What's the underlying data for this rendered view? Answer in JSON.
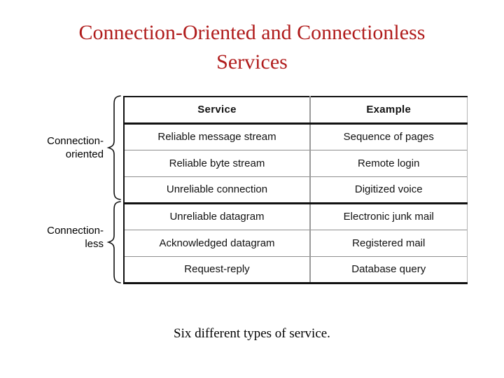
{
  "slide": {
    "title_line1": "Connection-Oriented and Connectionless",
    "title_line2": "Services",
    "title_color": "#B01C1C",
    "caption": "Six different types of service.",
    "background_color": "#FFFFFF"
  },
  "groups": [
    {
      "label_line1": "Connection-",
      "label_line2": "oriented",
      "icon": "curly-brace-icon",
      "row_span": 3
    },
    {
      "label_line1": "Connection-",
      "label_line2": "less",
      "icon": "curly-brace-icon",
      "row_span": 3
    }
  ],
  "table": {
    "columns": [
      "Service",
      "Example"
    ],
    "rows": [
      {
        "service": "Reliable message stream",
        "example": "Sequence of pages",
        "group": "Connection-oriented"
      },
      {
        "service": "Reliable byte stream",
        "example": "Remote login",
        "group": "Connection-oriented"
      },
      {
        "service": "Unreliable connection",
        "example": "Digitized voice",
        "group": "Connection-oriented"
      },
      {
        "service": "Unreliable datagram",
        "example": "Electronic junk mail",
        "group": "Connectionless"
      },
      {
        "service": "Acknowledged datagram",
        "example": "Registered mail",
        "group": "Connectionless"
      },
      {
        "service": "Request-reply",
        "example": "Database query",
        "group": "Connectionless"
      }
    ],
    "border_color_strong": "#111111",
    "border_color_light": "#8E8E8E",
    "divider_color": "#9A9A9A"
  }
}
